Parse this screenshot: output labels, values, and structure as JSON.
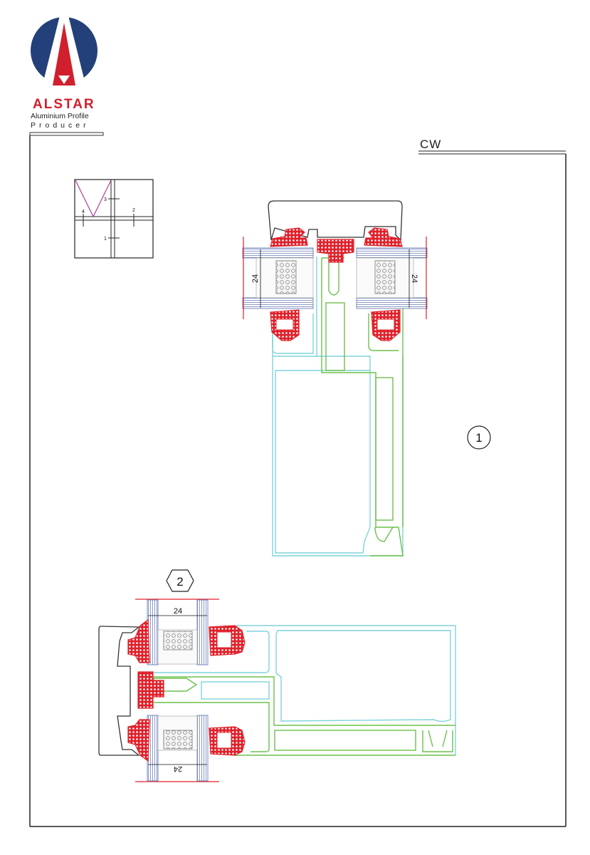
{
  "logo": {
    "brand": "ALSTAR",
    "tagline_line1": "Aluminium Profile",
    "tagline_line2": "Producer",
    "colors": {
      "circle": "#23407a",
      "accent": "#d0202e"
    }
  },
  "sheet": {
    "title": "CW"
  },
  "key_plan": {
    "markers": [
      "1",
      "2",
      "3",
      "4"
    ]
  },
  "section_1": {
    "label": "1",
    "dimension_left": "24",
    "dimension_right": "24"
  },
  "section_2": {
    "label": "2",
    "dimension_top": "24",
    "dimension_bottom": "24"
  },
  "colors": {
    "mullion": "#7fd3dc",
    "transom": "#6cc04a",
    "gasket": "#e0202a",
    "glass": "#5a6fb0",
    "cap": "#333333"
  }
}
